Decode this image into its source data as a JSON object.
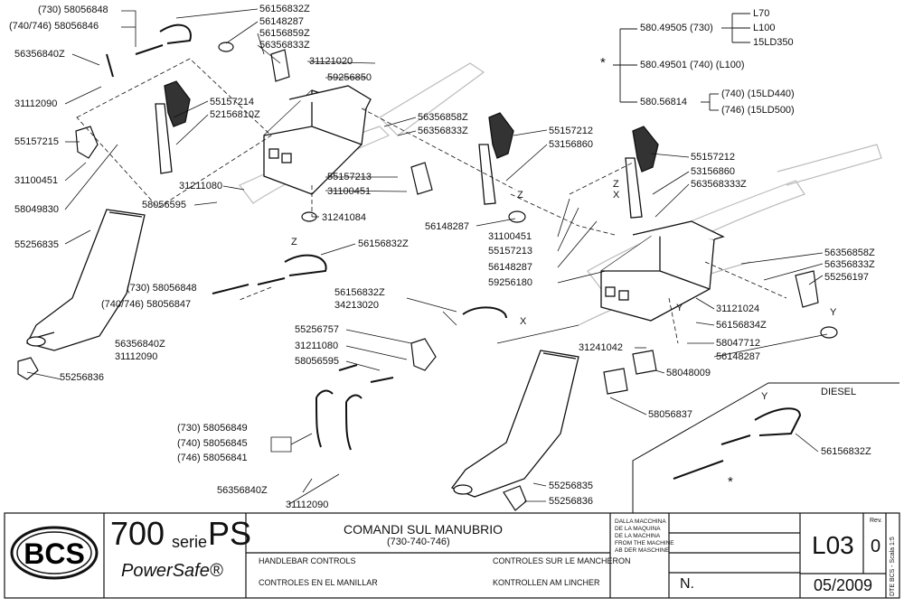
{
  "section_label": "DIESEL",
  "part_labels": [
    "(730)  58056848",
    "(740/746)  58056846",
    "56356840Z",
    "31112090",
    "55157215",
    "31100451",
    "58049830",
    "55256835",
    "55256836",
    "56156832Z",
    "56148287",
    "56156859Z",
    "56356833Z",
    "31121020",
    "59256850",
    "55157214",
    "52156810Z",
    "56356858Z",
    "56356833Z",
    "55157212",
    "53156860",
    "55157213",
    "31100451",
    "31211080",
    "58056595",
    "31241084",
    "56148287",
    "55157212",
    "53156860",
    "563568333Z",
    "31100451",
    "55157213",
    "56148287",
    "59256180",
    "56356858Z",
    "56356833Z",
    "55256197",
    "31121024",
    "56156834Z",
    "58047712",
    "56148287",
    "31241042",
    "58048009",
    "58056837",
    "56156832Z",
    "(730)  58056848",
    "(740/746)  58056847",
    "56356840Z",
    "31112090",
    "56156832Z",
    "34213020",
    "55256757",
    "31211080",
    "58056595",
    "(730)  58056849",
    "(740)  58056845",
    "(746)  58056841",
    "56356840Z",
    "31112090",
    "55256835",
    "55256836",
    "56156832Z"
  ],
  "axis_markers": [
    "Z",
    "Z",
    "Z",
    "X",
    "X",
    "Y",
    "Y",
    "Y"
  ],
  "engine_tree": {
    "root_marker": "*",
    "groups": [
      {
        "code": "580.49505  (730)",
        "models": [
          "L70",
          "L100",
          "15LD350"
        ]
      },
      {
        "code": "580.49501  (740)  (L100)",
        "models": []
      },
      {
        "code": "580.56814",
        "models": [
          "(740)  (15LD440)",
          "(746)  (15LD500)"
        ]
      }
    ]
  },
  "diesel_marker": "*",
  "title_block": {
    "brand": "BCS",
    "series_number": "700",
    "series_word": "serie",
    "series_suffix": "PS",
    "product": "PowerSafe®",
    "title_it": "COMANDI SUL MANUBRIO",
    "models": "(730-740-746)",
    "title_en": "HANDLEBAR CONTROLS",
    "title_fr": "CONTROLES SUR LE MANCHERON",
    "title_es": "CONTROLES EN EL MANILLAR",
    "title_de": "KONTROLLEN AM LINCHER",
    "from_machine": [
      "DALLA MACCHINA",
      "DE LA MAQUINA",
      "DE LA MACHINA",
      "FROM THE MACHINE",
      "AB DER MASCHINE"
    ],
    "n_label": "N.",
    "table_code": "L03",
    "rev_label": "Rev.",
    "rev_value": "0",
    "date": "05/2009",
    "side_text": "DTE BCS - Scala 1:5"
  }
}
